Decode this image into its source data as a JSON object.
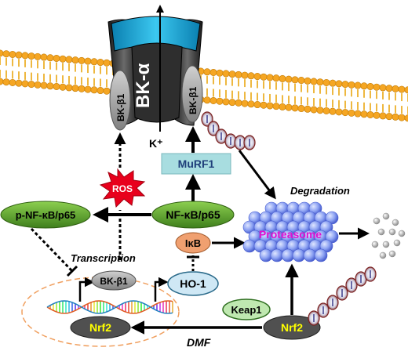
{
  "labels": {
    "bk_alpha": "BK-α",
    "bk_beta1_left": "BK-β1",
    "bk_beta1_right": "BK-β1",
    "k_ion": "K⁺",
    "murf1": "MuRF1",
    "ros": "ROS",
    "degradation": "Degradation",
    "nfkb": "NF-κB/p65",
    "p_nfkb": "p-NF-κB/p65",
    "ikb": "IκB",
    "proteasome": "Proteasome",
    "transcription": "Transcription",
    "bk_beta1_gene": "BK-β1",
    "ho1": "HO-1",
    "keap1": "Keap1",
    "nrf2_right": "Nrf2",
    "nrf2_nucleus": "Nrf2",
    "dmf": "DMF"
  },
  "colors": {
    "membrane_head": "#f5a623",
    "membrane_tail": "#e8a000",
    "channel_blue": "#1fb5e0",
    "channel_dark": "#2a2a2a",
    "murf1_box": "#a8dde0",
    "ros_burst": "#e8001c",
    "nfkb_green": "#5aa02c",
    "ikb_orange": "#f0a070",
    "proteasome_blue": "#7d95f0",
    "proteasome_text": "#e010d0",
    "ho1_blue": "#cfe8f5",
    "keap1_green": "#bfe8b0",
    "nrf2_grey": "#505050",
    "nrf2_text": "#ffff00"
  }
}
